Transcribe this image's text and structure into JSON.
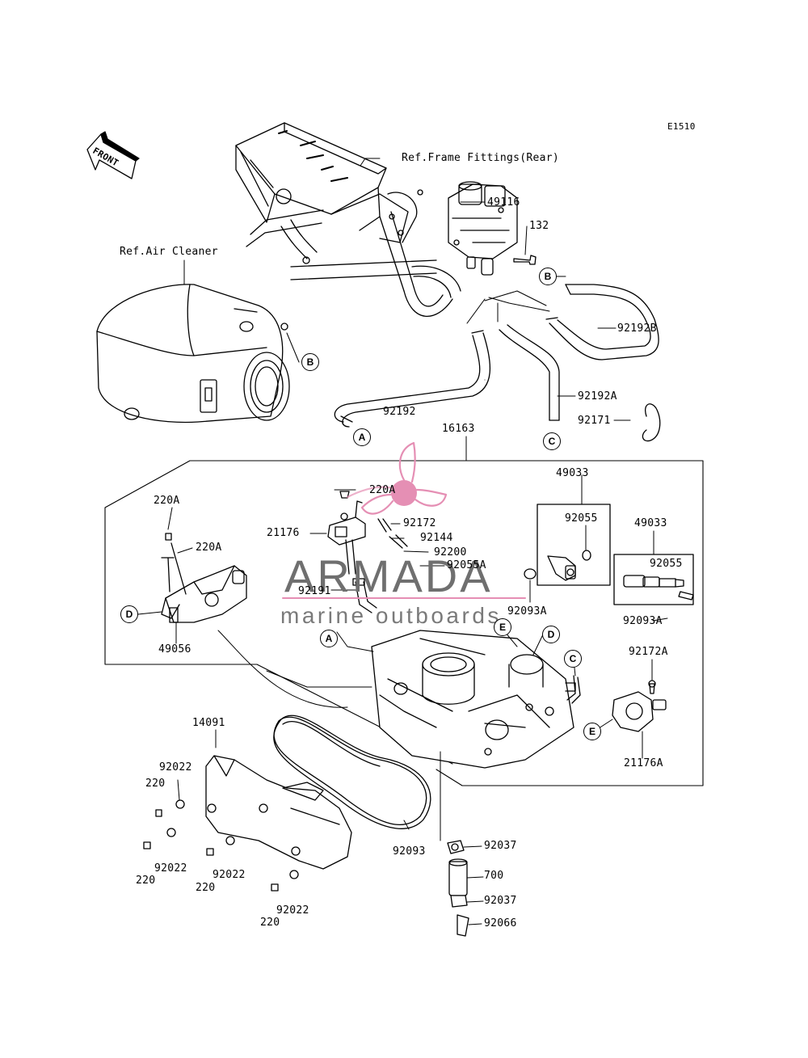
{
  "diagram_code": "E1510",
  "front_arrow": "FRONT",
  "refs": {
    "frame": "Ref.Frame Fittings(Rear)",
    "air_cleaner": "Ref.Air Cleaner"
  },
  "watermark": {
    "title": "ARMADA",
    "subtitle": "marine outboards",
    "color": "#e58fb4"
  },
  "labels": {
    "p49116": "49116",
    "p132": "132",
    "p92192B": "92192B",
    "p92192": "92192",
    "p92192A": "92192A",
    "p92171": "92171",
    "p16163": "16163",
    "p49033a": "49033",
    "p92055a": "92055",
    "p49033b": "49033",
    "p92055b": "92055",
    "p92093Ab": "92093A",
    "p220Atop": "220A",
    "p220Aleft": "220A",
    "p220Amid": "220A",
    "p21176": "21176",
    "p92172": "92172",
    "p92144": "92144",
    "p92200": "92200",
    "p92055A": "92055A",
    "p92191": "92191",
    "p92093A": "92093A",
    "p49056": "49056",
    "p92172A": "92172A",
    "p21176A": "21176A",
    "p14091": "14091",
    "p92022a": "92022",
    "p220a": "220",
    "p92022b": "92022",
    "p220b": "220",
    "p92022c": "92022",
    "p220c": "220",
    "p92022d": "92022",
    "p220d": "220",
    "p92093": "92093",
    "p92037a": "92037",
    "p700": "700",
    "p92037b": "92037",
    "p92066": "92066"
  },
  "markers": {
    "A1": "A",
    "A2": "A",
    "B1": "B",
    "B2": "B",
    "C1": "C",
    "C2": "C",
    "D1": "D",
    "D2": "D",
    "E1": "E",
    "E2": "E"
  }
}
